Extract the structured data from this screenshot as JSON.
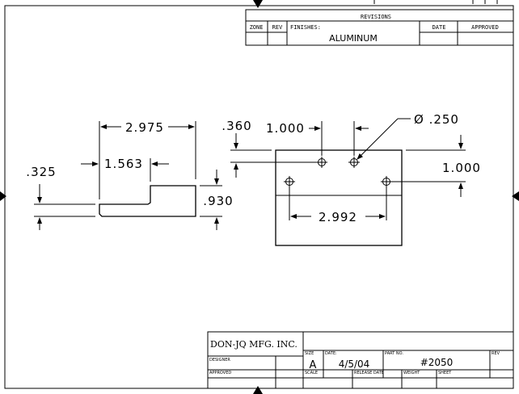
{
  "revisions": {
    "title": "REVISIONS",
    "zone": "ZONE",
    "rev": "REV",
    "finishes": "FINISHES:",
    "finish_value": "ALUMINUM",
    "date": "DATE",
    "approved": "APPROVED"
  },
  "dimensions": {
    "side_length": "2.975",
    "side_step": "1.563",
    "side_left_height": ".325",
    "side_total_height": ".930",
    "top_edge_offset": ".360",
    "hole_spacing_top": "1.000",
    "hole_diameter": "Ø .250",
    "right_offset": "1.000",
    "hole_spacing_bottom": "2.992"
  },
  "title_block": {
    "company": "DON-JQ MFG. INC.",
    "designer_label": "DESIGNER",
    "approved_label": "APPROVED",
    "size_label": "SIZE",
    "size_value": "A",
    "date_label": "DATE:",
    "date_value": "4/5/04",
    "part_label": "PART NO.",
    "part_value": "#2050",
    "rev_label": "REV",
    "scale_label": "SCALE",
    "release_label": "RELEASE DATE",
    "weight_label": "WEIGHT",
    "sheet_label": "SHEET"
  }
}
